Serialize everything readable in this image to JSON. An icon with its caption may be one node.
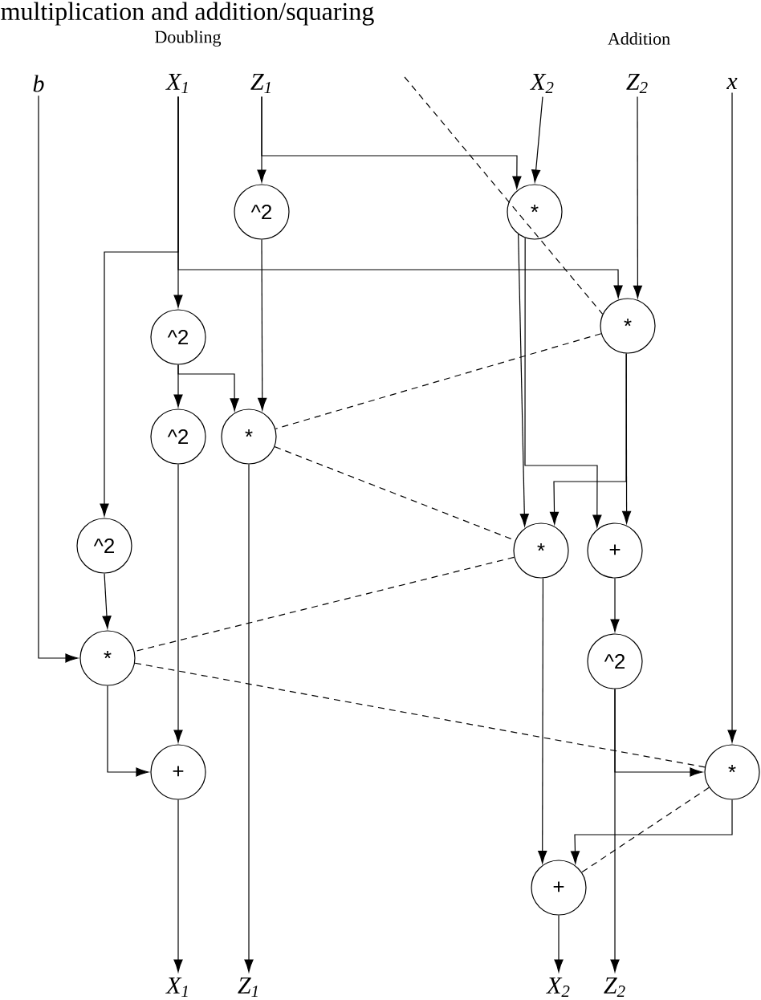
{
  "diagram": {
    "title": "multiplication and addition/squaring",
    "nodes": [
      {
        "text": [
          "b"
        ]
      },
      {
        "text": [
          "X$_{1}$"
        ]
      },
      {
        "text": [
          "Z$_{1}$"
        ]
      },
      {
        "text": [
          "X$_{2}$"
        ]
      },
      {
        "text": [
          "Z$_{2}$"
        ]
      },
      {
        "text": [
          "x"
        ]
      },
      {
        "text": [
          "^2"
        ]
      },
      {
        "text": [
          "*"
        ]
      },
      {
        "text": [
          "^2"
        ]
      },
      {
        "text": [
          "*"
        ]
      },
      {
        "text": [
          "^2"
        ]
      },
      {
        "text": [
          "*"
        ]
      },
      {
        "text": [
          "^2"
        ]
      },
      {
        "text": [
          "*"
        ]
      },
      {
        "text": [
          "+"
        ]
      },
      {
        "text": [
          "*"
        ]
      },
      {
        "text": [
          "+"
        ]
      },
      {
        "text": [
          "^2"
        ]
      },
      {
        "text": [
          "*"
        ]
      },
      {
        "text": [
          "+"
        ]
      },
      {
        "text": [
          "X$_{1}$"
        ]
      },
      {
        "text": [
          "Z$_{1}$"
        ]
      },
      {
        "text": [
          "X$_{2}$"
        ]
      },
      {
        "text": [
          "Z$_{2}$"
        ]
      }
    ],
    "edges": [
      {
        "from": 2,
        "to": 6,
        "arrow": "to"
      },
      {
        "from": 2,
        "to": 7,
        "arrow": "to"
      },
      {
        "from": 3,
        "to": 7,
        "arrow": "to"
      },
      {
        "from": 1,
        "to": 8,
        "arrow": "to"
      },
      {
        "from": 1,
        "to": 12,
        "arrow": "to"
      },
      {
        "from": 1,
        "to": 9,
        "arrow": "to"
      },
      {
        "from": 4,
        "to": 9,
        "arrow": "to"
      },
      {
        "from": 8,
        "to": 10,
        "arrow": "to"
      },
      {
        "from": 8,
        "to": 11,
        "arrow": "to"
      },
      {
        "from": 6,
        "to": 11,
        "arrow": "to"
      },
      {
        "from": 12,
        "to": 13,
        "arrow": "to"
      },
      {
        "from": 0,
        "to": 13,
        "arrow": "to"
      },
      {
        "from": 10,
        "to": 14,
        "arrow": "to"
      },
      {
        "from": 13,
        "to": 14,
        "arrow": "to"
      },
      {
        "from": 7,
        "to": 15,
        "arrow": "to"
      },
      {
        "from": 7,
        "to": 16,
        "arrow": "to"
      },
      {
        "from": 9,
        "to": 15,
        "arrow": "to"
      },
      {
        "from": 9,
        "to": 16,
        "arrow": "to"
      },
      {
        "from": 16,
        "to": 17,
        "arrow": "to"
      },
      {
        "from": 17,
        "to": 18,
        "arrow": "to"
      },
      {
        "from": 5,
        "to": 18,
        "arrow": "to"
      },
      {
        "from": 15,
        "to": 19,
        "arrow": "to"
      },
      {
        "from": 18,
        "to": 19,
        "arrow": "to"
      },
      {
        "from": 14,
        "to": 20,
        "arrow": "to"
      },
      {
        "from": 11,
        "to": 21,
        "arrow": "to"
      },
      {
        "from": 19,
        "to": 22,
        "arrow": "to"
      },
      {
        "from": 17,
        "to": 23,
        "arrow": "to"
      },
      {
        "from": null,
        "to": 9,
        "arrow": "none",
        "style": "dashed"
      },
      {
        "from": 9,
        "to": 11,
        "arrow": "none",
        "style": "dashed"
      },
      {
        "from": 11,
        "to": 15,
        "arrow": "none",
        "style": "dashed"
      },
      {
        "from": 15,
        "to": 13,
        "arrow": "none",
        "style": "dashed"
      },
      {
        "from": 13,
        "to": 18,
        "arrow": "none",
        "style": "dashed"
      },
      {
        "from": 18,
        "to": 19,
        "arrow": "none",
        "style": "dashed"
      }
    ],
    "labels": [
      "Doubling",
      "Addition"
    ]
  }
}
